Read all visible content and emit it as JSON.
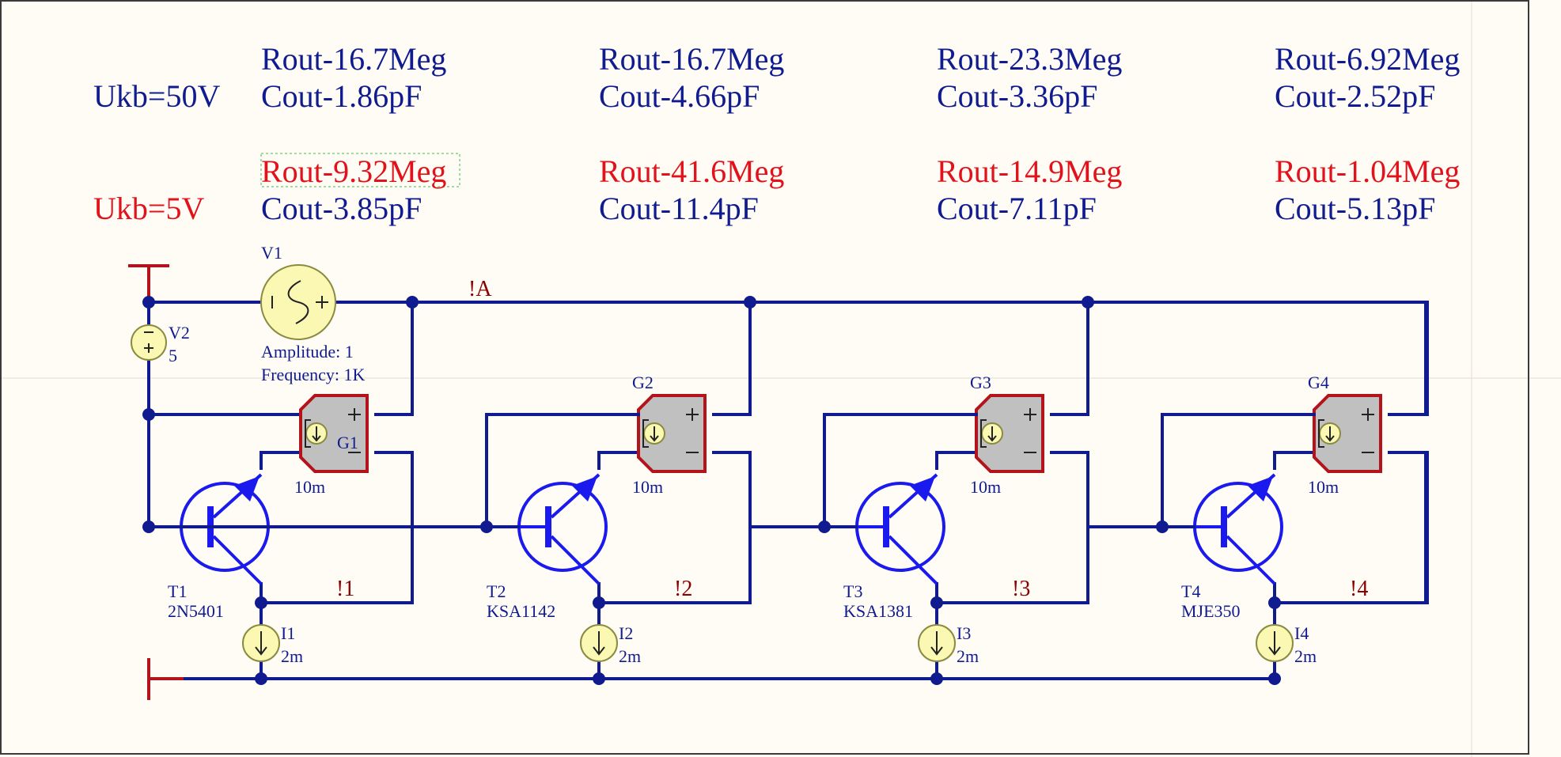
{
  "colors": {
    "wire": "#0f1b8f",
    "label_blue": "#0f1b8f",
    "label_red": "#e1121b",
    "net_label": "#8b0000",
    "transistor": "#1a1aee",
    "source_fill": "#fbf8b4",
    "vccs_fill": "#c0c0c0",
    "vccs_border": "#b3141c",
    "sheet": "#fffcf5"
  },
  "rows": [
    {
      "label": "Ukb=50V",
      "label_color": "blue",
      "results": [
        {
          "rout": "Rout-16.7Meg",
          "cout": "Cout-1.86pF"
        },
        {
          "rout": "Rout-16.7Meg",
          "cout": "Cout-4.66pF"
        },
        {
          "rout": "Rout-23.3Meg",
          "cout": "Cout-3.36pF"
        },
        {
          "rout": "Rout-6.92Meg",
          "cout": "Cout-2.52pF"
        }
      ]
    },
    {
      "label": "Ukb=5V",
      "label_color": "red",
      "results": [
        {
          "rout": "Rout-9.32Meg",
          "cout": "Cout-3.85pF"
        },
        {
          "rout": "Rout-41.6Meg",
          "cout": "Cout-11.4pF"
        },
        {
          "rout": "Rout-14.9Meg",
          "cout": "Cout-7.11pF"
        },
        {
          "rout": "Rout-1.04Meg",
          "cout": "Cout-5.13pF"
        }
      ]
    }
  ],
  "sources": {
    "v1": {
      "name": "V1",
      "amplitude": "Amplitude: 1",
      "frequency": "Frequency: 1K"
    },
    "v2": {
      "name": "V2",
      "value": "5"
    }
  },
  "net_a": "!A",
  "stages": [
    {
      "g": "G1",
      "g_value": "10m",
      "t": "T1",
      "part": "2N5401",
      "i": "I1",
      "i_value": "2m",
      "net": "!1"
    },
    {
      "g": "G2",
      "g_value": "10m",
      "t": "T2",
      "part": "KSA1142",
      "i": "I2",
      "i_value": "2m",
      "net": "!2"
    },
    {
      "g": "G3",
      "g_value": "10m",
      "t": "T3",
      "part": "KSA1381",
      "i": "I3",
      "i_value": "2m",
      "net": "!3"
    },
    {
      "g": "G4",
      "g_value": "10m",
      "t": "T4",
      "part": "MJE350",
      "i": "I4",
      "i_value": "2m",
      "net": "!4"
    }
  ]
}
